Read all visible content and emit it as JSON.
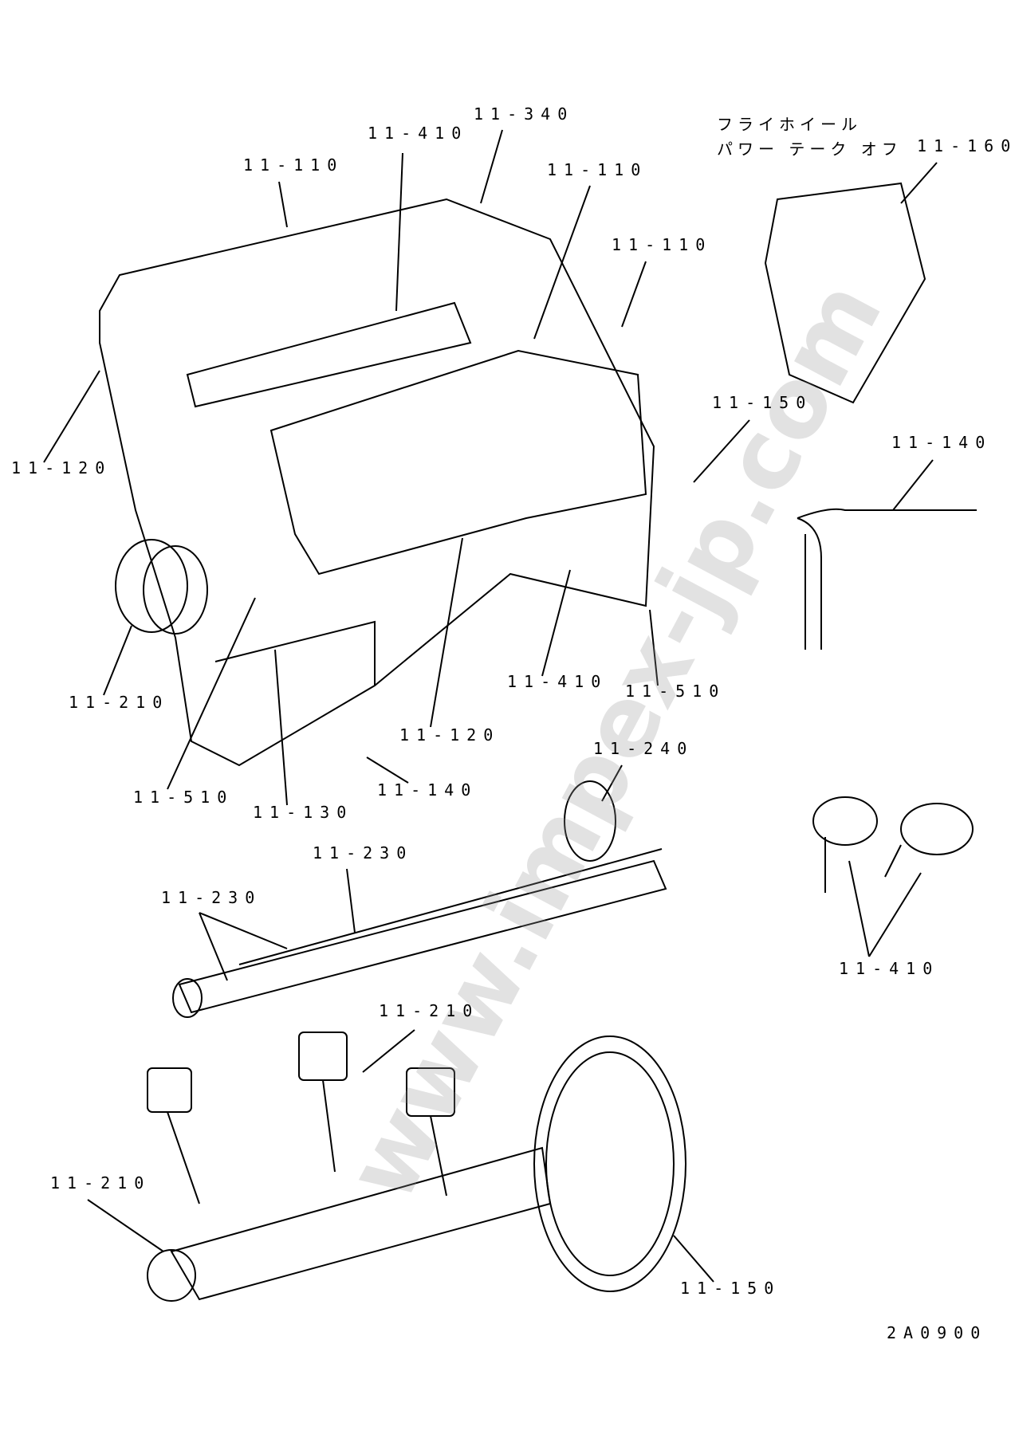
{
  "diagram": {
    "title_lines": [
      "フライホイール",
      "パワー テーク オフ"
    ],
    "title_ref": "11-160",
    "drawing_number": "2A0900",
    "watermark": "www.impex-jp.com",
    "labels": [
      {
        "id": "l1",
        "text": "11-340"
      },
      {
        "id": "l2",
        "text": "11-410"
      },
      {
        "id": "l3",
        "text": "11-110"
      },
      {
        "id": "l4",
        "text": "11-110"
      },
      {
        "id": "l5",
        "text": "11-110"
      },
      {
        "id": "l6",
        "text": "11-120"
      },
      {
        "id": "l7",
        "text": "11-150"
      },
      {
        "id": "l8",
        "text": "11-140"
      },
      {
        "id": "l9",
        "text": "11-210"
      },
      {
        "id": "l10",
        "text": "11-410"
      },
      {
        "id": "l11",
        "text": "11-510"
      },
      {
        "id": "l12",
        "text": "11-120"
      },
      {
        "id": "l13",
        "text": "11-240"
      },
      {
        "id": "l14",
        "text": "11-510"
      },
      {
        "id": "l15",
        "text": "11-130"
      },
      {
        "id": "l16",
        "text": "11-140"
      },
      {
        "id": "l17",
        "text": "11-230"
      },
      {
        "id": "l18",
        "text": "11-230"
      },
      {
        "id": "l19",
        "text": "11-410"
      },
      {
        "id": "l20",
        "text": "11-210"
      },
      {
        "id": "l21",
        "text": "11-210"
      },
      {
        "id": "l22",
        "text": "11-150"
      }
    ]
  }
}
